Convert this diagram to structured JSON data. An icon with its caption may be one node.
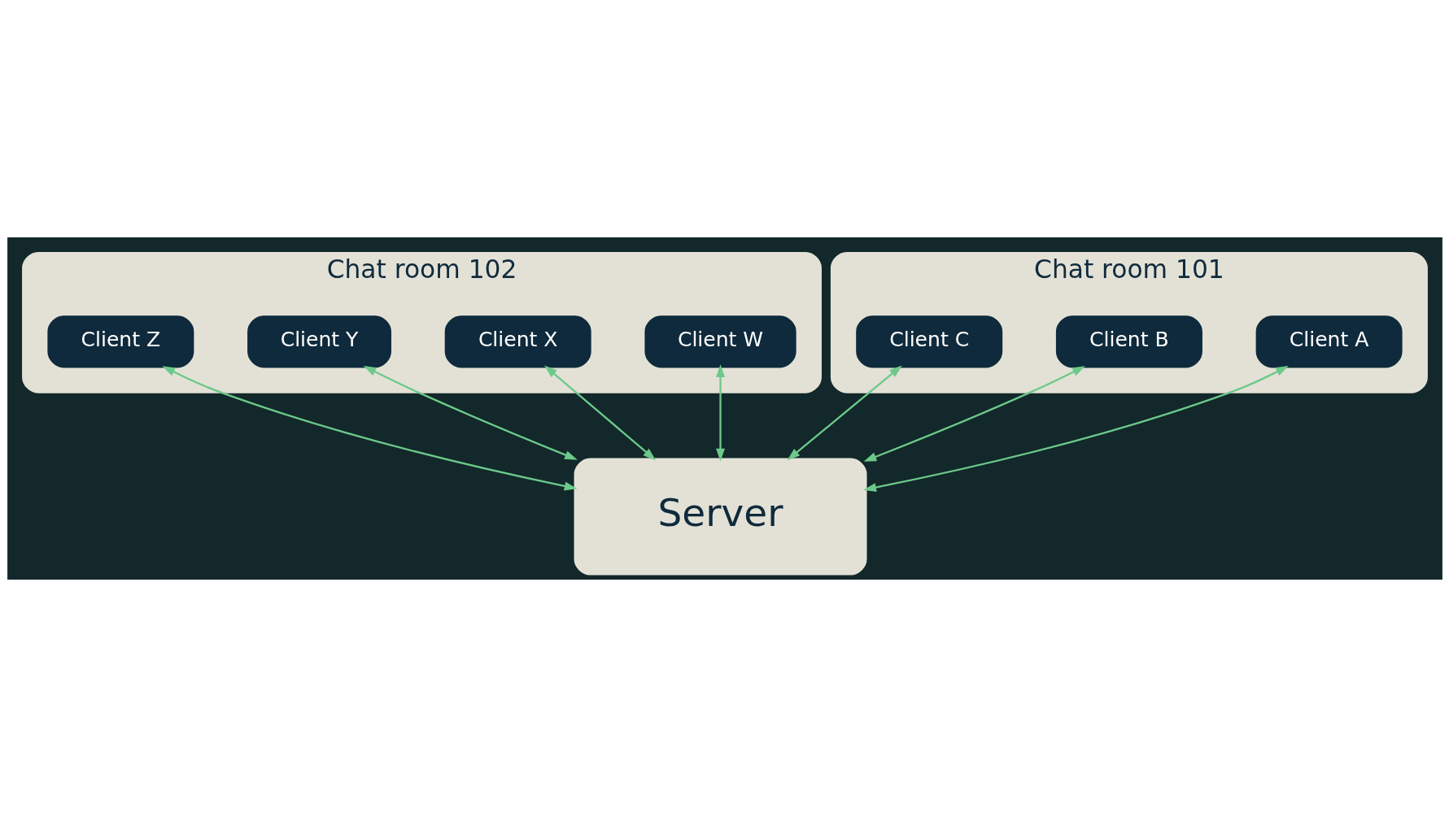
{
  "diagram": {
    "nodes": [
      {
        "text": [
          "Chat room 102"
        ]
      },
      {
        "text": [
          "Client W"
        ],
        "in": 0
      },
      {
        "text": [
          "Client X"
        ],
        "in": 0
      },
      {
        "text": [
          "Client Y"
        ],
        "in": 0
      },
      {
        "text": [
          "Client Z"
        ],
        "in": 0
      },
      {
        "text": [
          "Chat room 101"
        ]
      },
      {
        "text": [
          "Client A"
        ],
        "in": 5
      },
      {
        "text": [
          "Client B"
        ],
        "in": 5
      },
      {
        "text": [
          "Client C"
        ],
        "in": 5
      },
      {
        "text": [
          "Server"
        ]
      }
    ],
    "edges": [
      {
        "from": 1,
        "to": 9,
        "arrow": "both"
      },
      {
        "from": 2,
        "to": 9,
        "arrow": "both"
      },
      {
        "from": 3,
        "to": 9,
        "arrow": "both"
      },
      {
        "from": 4,
        "to": 9,
        "arrow": "both"
      },
      {
        "from": 6,
        "to": 9,
        "arrow": "both"
      },
      {
        "from": 8,
        "to": 9,
        "arrow": "both"
      },
      {
        "from": 7,
        "to": 9,
        "arrow": "both"
      }
    ]
  }
}
